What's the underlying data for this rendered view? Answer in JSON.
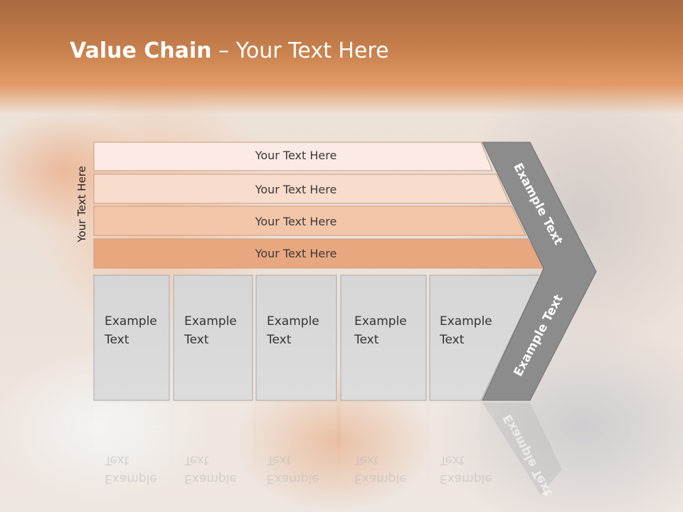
{
  "title": {
    "bold": "Value Chain",
    "rest": " – Your Text Here"
  },
  "side_label": "Your Text Here",
  "bars": [
    {
      "label": "Your Text Here",
      "color": "#fbebe4"
    },
    {
      "label": "Your Text Here",
      "color": "#f8dccc"
    },
    {
      "label": "Your Text Here",
      "color": "#f3c6aa"
    },
    {
      "label": "Your Text Here",
      "color": "#e9a77f"
    }
  ],
  "boxes": [
    {
      "line1": "Example",
      "line2": "Text"
    },
    {
      "line1": "Example",
      "line2": "Text"
    },
    {
      "line1": "Example",
      "line2": "Text"
    },
    {
      "line1": "Example",
      "line2": "Text"
    },
    {
      "line1": "Example",
      "line2": "Text"
    }
  ],
  "arrow": {
    "upper": "Example Text",
    "lower": "Example Text",
    "color": "#8c8c8c"
  },
  "colors": {
    "title_band": "#c8804d",
    "box_fill": "#d8d8d8"
  }
}
